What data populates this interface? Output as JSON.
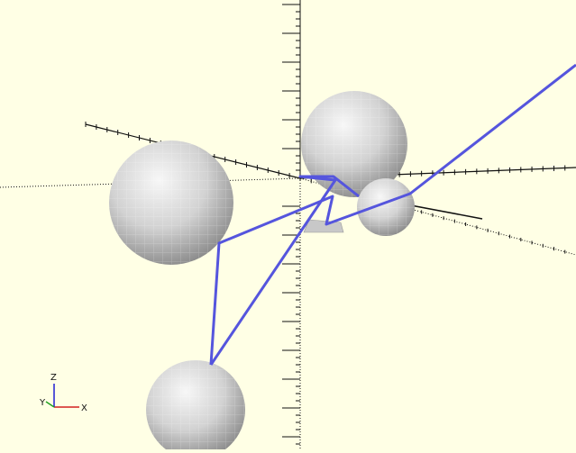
{
  "app": {
    "view": "3D viewport"
  },
  "colors": {
    "background": "#ffffe5",
    "axis": "#111111",
    "path": "#5555dd",
    "sphere_light": "#f2f2f2",
    "sphere_dark": "#8a8a8a",
    "gizmo_x": "#d22020",
    "gizmo_y": "#20a020",
    "gizmo_z": "#2020d2"
  },
  "gizmo": {
    "x_label": "X",
    "y_label": "Y",
    "z_label": "Z"
  },
  "scene": {
    "objects": [
      "sphere",
      "sphere",
      "sphere",
      "sphere"
    ],
    "path": "polyline"
  }
}
